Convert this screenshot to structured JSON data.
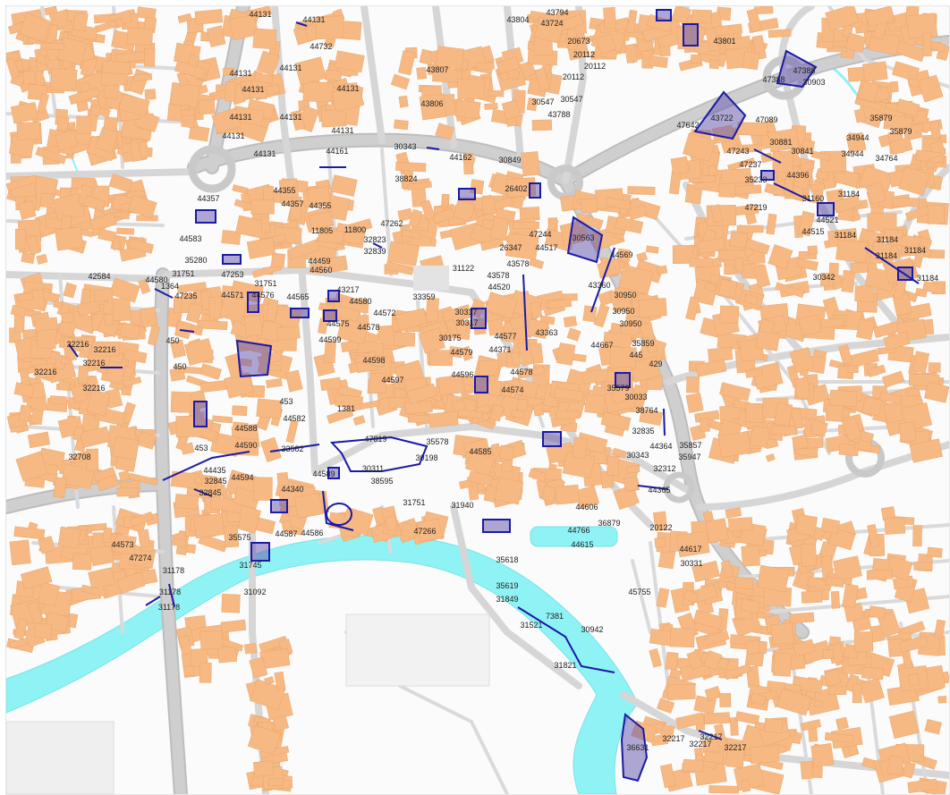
{
  "map": {
    "colors": {
      "background": "#fbfbfb",
      "road": "#c9c9c9",
      "road_casing": "#bdbdbd",
      "building": "#f6b984",
      "building_edge": "#eaa56a",
      "river": "#8ff2f4",
      "overlay": "#1a1aa6",
      "overlay_fill": "#6d5fb0"
    },
    "features": {
      "river_name": "",
      "pond_name": ""
    },
    "labels": [
      {
        "id": "l1",
        "text": "44131"
      },
      {
        "id": "l2",
        "text": "44131"
      },
      {
        "id": "l3",
        "text": "44732"
      },
      {
        "id": "l4",
        "text": "44131"
      },
      {
        "id": "l5",
        "text": "44131"
      },
      {
        "id": "l6",
        "text": "44131"
      },
      {
        "id": "l7",
        "text": "44131"
      },
      {
        "id": "l8",
        "text": "44131"
      },
      {
        "id": "l9",
        "text": "44131"
      },
      {
        "id": "l10",
        "text": "44131"
      },
      {
        "id": "l11",
        "text": "44131"
      },
      {
        "id": "l12",
        "text": "44131"
      },
      {
        "id": "l13",
        "text": "43804"
      },
      {
        "id": "l14",
        "text": "43794"
      },
      {
        "id": "l15",
        "text": "43724"
      },
      {
        "id": "l16",
        "text": "20673"
      },
      {
        "id": "l17",
        "text": "20112"
      },
      {
        "id": "l18",
        "text": "20112"
      },
      {
        "id": "l19",
        "text": "20112"
      },
      {
        "id": "l20",
        "text": "43807"
      },
      {
        "id": "l21",
        "text": "43806"
      },
      {
        "id": "l22",
        "text": "30547"
      },
      {
        "id": "l23",
        "text": "30547"
      },
      {
        "id": "l24",
        "text": "43788"
      },
      {
        "id": "l25",
        "text": "43801"
      },
      {
        "id": "l26",
        "text": "47388"
      },
      {
        "id": "l27",
        "text": "30903"
      },
      {
        "id": "l28",
        "text": "47388"
      },
      {
        "id": "l29",
        "text": "35879"
      },
      {
        "id": "l30",
        "text": "35879"
      },
      {
        "id": "l31",
        "text": "34944"
      },
      {
        "id": "l32",
        "text": "34944"
      },
      {
        "id": "l33",
        "text": "34764"
      },
      {
        "id": "l34",
        "text": "47642"
      },
      {
        "id": "l35",
        "text": "43722"
      },
      {
        "id": "l36",
        "text": "47089"
      },
      {
        "id": "l37",
        "text": "47243"
      },
      {
        "id": "l38",
        "text": "47237"
      },
      {
        "id": "l39",
        "text": "30881"
      },
      {
        "id": "l40",
        "text": "30841"
      },
      {
        "id": "l41",
        "text": "30343"
      },
      {
        "id": "l42",
        "text": "44162"
      },
      {
        "id": "l43",
        "text": "30849"
      },
      {
        "id": "l44",
        "text": "38824"
      },
      {
        "id": "l45",
        "text": "26402"
      },
      {
        "id": "l46",
        "text": "44161"
      },
      {
        "id": "l47",
        "text": "44355"
      },
      {
        "id": "l48",
        "text": "44357"
      },
      {
        "id": "l49",
        "text": "44355"
      },
      {
        "id": "l50",
        "text": "47262"
      },
      {
        "id": "l51",
        "text": "11805"
      },
      {
        "id": "l52",
        "text": "11800"
      },
      {
        "id": "l53",
        "text": "32823"
      },
      {
        "id": "l54",
        "text": "32839"
      },
      {
        "id": "l55",
        "text": "26347"
      },
      {
        "id": "l56",
        "text": "47244"
      },
      {
        "id": "l57",
        "text": "44517"
      },
      {
        "id": "l58",
        "text": "30563"
      },
      {
        "id": "l59",
        "text": "43578"
      },
      {
        "id": "l60",
        "text": "43578"
      },
      {
        "id": "l61",
        "text": "44520"
      },
      {
        "id": "l62",
        "text": "31122"
      },
      {
        "id": "l63",
        "text": "44569"
      },
      {
        "id": "l64",
        "text": "43360"
      },
      {
        "id": "l65",
        "text": "30950"
      },
      {
        "id": "l66",
        "text": "30950"
      },
      {
        "id": "l67",
        "text": "30950"
      },
      {
        "id": "l68",
        "text": "31751"
      },
      {
        "id": "l69",
        "text": "47253"
      },
      {
        "id": "l70",
        "text": "31751"
      },
      {
        "id": "l71",
        "text": "44560"
      },
      {
        "id": "l72",
        "text": "43217"
      },
      {
        "id": "l73",
        "text": "44571"
      },
      {
        "id": "l74",
        "text": "44576"
      },
      {
        "id": "l75",
        "text": "44565"
      },
      {
        "id": "l76",
        "text": "44580"
      },
      {
        "id": "l77",
        "text": "33359"
      },
      {
        "id": "l78",
        "text": "44572"
      },
      {
        "id": "l79",
        "text": "44575"
      },
      {
        "id": "l80",
        "text": "44578"
      },
      {
        "id": "l81",
        "text": "44599"
      },
      {
        "id": "l82",
        "text": "30317"
      },
      {
        "id": "l83",
        "text": "30317"
      },
      {
        "id": "l84",
        "text": "30175"
      },
      {
        "id": "l85",
        "text": "44577"
      },
      {
        "id": "l86",
        "text": "44579"
      },
      {
        "id": "l87",
        "text": "44371"
      },
      {
        "id": "l88",
        "text": "43363"
      },
      {
        "id": "l89",
        "text": "44667"
      },
      {
        "id": "l90",
        "text": "35859"
      },
      {
        "id": "l91",
        "text": "445"
      },
      {
        "id": "l92",
        "text": "429"
      },
      {
        "id": "l93",
        "text": "44598"
      },
      {
        "id": "l94",
        "text": "44596"
      },
      {
        "id": "l95",
        "text": "44578"
      },
      {
        "id": "l96",
        "text": "44597"
      },
      {
        "id": "l97",
        "text": "35579"
      },
      {
        "id": "l98",
        "text": "44574"
      },
      {
        "id": "l99",
        "text": "30033"
      },
      {
        "id": "l100",
        "text": "38764"
      },
      {
        "id": "l101",
        "text": "32835"
      },
      {
        "id": "l102",
        "text": "1381"
      },
      {
        "id": "l103",
        "text": "453"
      },
      {
        "id": "l104",
        "text": "44582"
      },
      {
        "id": "l105",
        "text": "44588"
      },
      {
        "id": "l106",
        "text": "44590"
      },
      {
        "id": "l107",
        "text": "33582"
      },
      {
        "id": "l108",
        "text": "47819"
      },
      {
        "id": "l109",
        "text": "35578"
      },
      {
        "id": "l110",
        "text": "44585"
      },
      {
        "id": "l111",
        "text": "30198"
      },
      {
        "id": "l112",
        "text": "30311"
      },
      {
        "id": "l113",
        "text": "38595"
      },
      {
        "id": "l114",
        "text": "44589"
      },
      {
        "id": "l115",
        "text": "44364"
      },
      {
        "id": "l116",
        "text": "30343"
      },
      {
        "id": "l117",
        "text": "35857"
      },
      {
        "id": "l118",
        "text": "35947"
      },
      {
        "id": "l119",
        "text": "32312"
      },
      {
        "id": "l120",
        "text": "44365"
      },
      {
        "id": "l121",
        "text": "44435"
      },
      {
        "id": "l122",
        "text": "44594"
      },
      {
        "id": "l123",
        "text": "32845"
      },
      {
        "id": "l124",
        "text": "32845"
      },
      {
        "id": "l125",
        "text": "44340"
      },
      {
        "id": "l126",
        "text": "31751"
      },
      {
        "id": "l127",
        "text": "31940"
      },
      {
        "id": "l128",
        "text": "44606"
      },
      {
        "id": "l129",
        "text": "36879"
      },
      {
        "id": "l130",
        "text": "44766"
      },
      {
        "id": "l131",
        "text": "20122"
      },
      {
        "id": "l132",
        "text": "44615"
      },
      {
        "id": "l133",
        "text": "44617"
      },
      {
        "id": "l134",
        "text": "30331"
      },
      {
        "id": "l135",
        "text": "47266"
      },
      {
        "id": "l136",
        "text": "35575"
      },
      {
        "id": "l137",
        "text": "44587"
      },
      {
        "id": "l138",
        "text": "44586"
      },
      {
        "id": "l139",
        "text": "31745"
      },
      {
        "id": "l140",
        "text": "31092"
      },
      {
        "id": "l141",
        "text": "35618"
      },
      {
        "id": "l142",
        "text": "35619"
      },
      {
        "id": "l143",
        "text": "31849"
      },
      {
        "id": "l144",
        "text": "45755"
      },
      {
        "id": "l145",
        "text": "7381"
      },
      {
        "id": "l146",
        "text": "31521"
      },
      {
        "id": "l147",
        "text": "30942"
      },
      {
        "id": "l148",
        "text": "31821"
      },
      {
        "id": "l149",
        "text": "44573"
      },
      {
        "id": "l150",
        "text": "47274"
      },
      {
        "id": "l151",
        "text": "31178"
      },
      {
        "id": "l152",
        "text": "31178"
      },
      {
        "id": "l153",
        "text": "31178"
      },
      {
        "id": "l154",
        "text": "36631"
      },
      {
        "id": "l155",
        "text": "32217"
      },
      {
        "id": "l156",
        "text": "32217"
      },
      {
        "id": "l157",
        "text": "32217"
      },
      {
        "id": "l158",
        "text": "32217"
      },
      {
        "id": "l159",
        "text": "32216"
      },
      {
        "id": "l160",
        "text": "32216"
      },
      {
        "id": "l161",
        "text": "32216"
      },
      {
        "id": "l162",
        "text": "32216"
      },
      {
        "id": "l163",
        "text": "32216"
      },
      {
        "id": "l164",
        "text": "32708"
      },
      {
        "id": "l165",
        "text": "42584"
      },
      {
        "id": "l166",
        "text": "44580"
      },
      {
        "id": "l167",
        "text": "1364"
      },
      {
        "id": "l168",
        "text": "47235"
      },
      {
        "id": "l169",
        "text": "44583"
      },
      {
        "id": "l170",
        "text": "44357"
      },
      {
        "id": "l171",
        "text": "35280"
      },
      {
        "id": "l172",
        "text": "450"
      },
      {
        "id": "l173",
        "text": "450"
      },
      {
        "id": "l174",
        "text": "453"
      },
      {
        "id": "l175",
        "text": "31160"
      },
      {
        "id": "l176",
        "text": "31184"
      },
      {
        "id": "l177",
        "text": "31184"
      },
      {
        "id": "l178",
        "text": "31184"
      },
      {
        "id": "l179",
        "text": "31184"
      },
      {
        "id": "l180",
        "text": "31184"
      },
      {
        "id": "l181",
        "text": "31184"
      },
      {
        "id": "l182",
        "text": "30342"
      },
      {
        "id": "l183",
        "text": "47219"
      },
      {
        "id": "l184",
        "text": "35233"
      },
      {
        "id": "l185",
        "text": "44396"
      },
      {
        "id": "l186",
        "text": "44521"
      },
      {
        "id": "l187",
        "text": "44515"
      },
      {
        "id": "l188",
        "text": "44459"
      }
    ]
  }
}
